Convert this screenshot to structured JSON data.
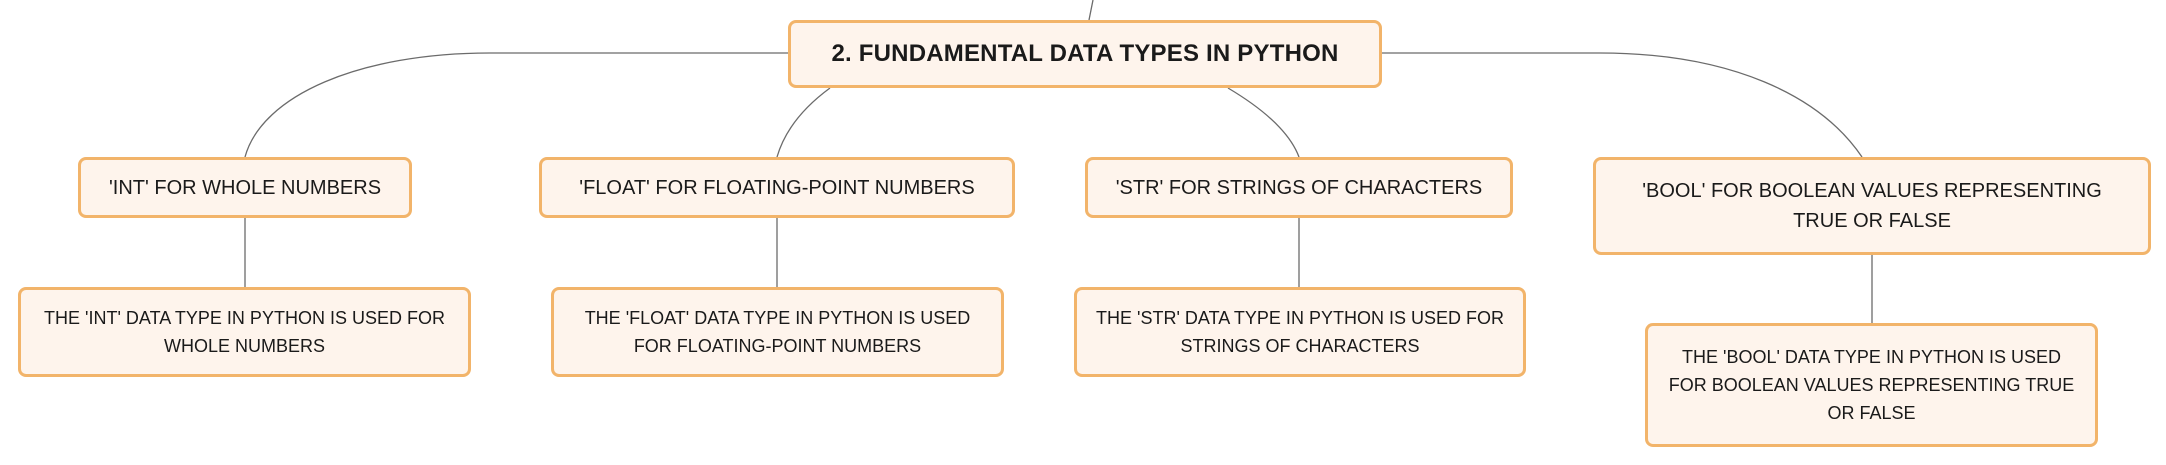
{
  "diagram": {
    "root": {
      "label": "2. FUNDAMENTAL DATA TYPES IN PYTHON"
    },
    "topics": [
      {
        "label": "'INT' FOR WHOLE NUMBERS",
        "detail": "THE 'INT' DATA TYPE IN PYTHON IS USED FOR WHOLE NUMBERS"
      },
      {
        "label": "'FLOAT' FOR FLOATING-POINT NUMBERS",
        "detail": "THE 'FLOAT' DATA TYPE IN PYTHON IS USED FOR FLOATING-POINT NUMBERS"
      },
      {
        "label": "'STR' FOR STRINGS OF CHARACTERS",
        "detail": "THE 'STR' DATA TYPE IN PYTHON IS USED FOR STRINGS OF CHARACTERS"
      },
      {
        "label": "'BOOL' FOR BOOLEAN VALUES REPRESENTING TRUE OR FALSE",
        "detail": "THE 'BOOL' DATA TYPE IN PYTHON IS USED FOR BOOLEAN VALUES REPRESENTING TRUE OR FALSE"
      }
    ]
  },
  "colors": {
    "node_fill": "#fef4ec",
    "node_border": "#f2b46a",
    "connector": "#6b6b6b",
    "text": "#1a1a1a"
  }
}
